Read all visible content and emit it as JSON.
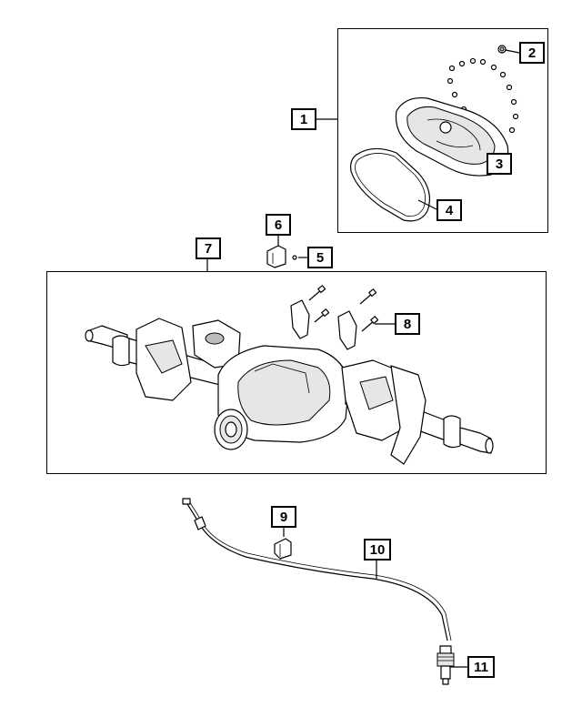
{
  "diagram": {
    "callouts": [
      {
        "id": "c1",
        "label": "1"
      },
      {
        "id": "c2",
        "label": "2"
      },
      {
        "id": "c3",
        "label": "3"
      },
      {
        "id": "c4",
        "label": "4"
      },
      {
        "id": "c5",
        "label": "5"
      },
      {
        "id": "c6",
        "label": "6"
      },
      {
        "id": "c7",
        "label": "7"
      },
      {
        "id": "c8",
        "label": "8"
      },
      {
        "id": "c9",
        "label": "9"
      },
      {
        "id": "c10",
        "label": "10"
      },
      {
        "id": "c11",
        "label": "11"
      }
    ],
    "colors": {
      "line": "#000000",
      "background": "#ffffff",
      "shade": "#e6e6e6"
    }
  }
}
